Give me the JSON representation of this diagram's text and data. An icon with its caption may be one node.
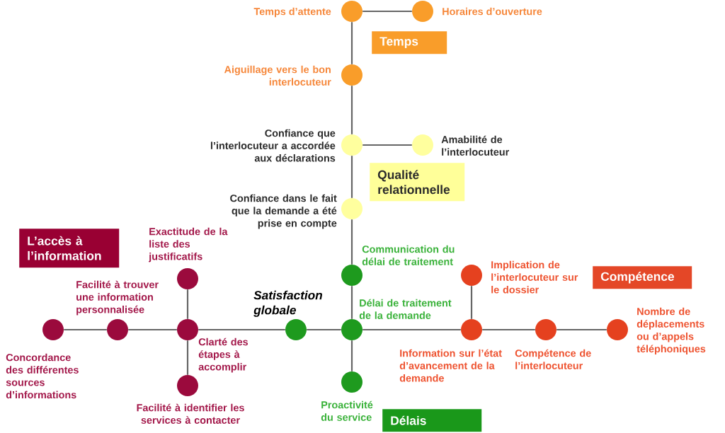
{
  "diagram": {
    "nodes": [
      {
        "text": [],
        "shape": "circle",
        "beside": [
          "Temps d’attente"
        ]
      },
      {
        "text": [],
        "shape": "circle",
        "beside": [
          "Horaires d’ouverture"
        ]
      },
      {
        "text": [
          "Temps"
        ]
      },
      {
        "text": [],
        "shape": "circle",
        "beside": [
          "Aiguillage vers le bon interlocuteur"
        ]
      },
      {
        "text": [],
        "shape": "circle",
        "beside": [
          "Confiance que l’interlocuteur a accordée aux déclarations"
        ]
      },
      {
        "text": [],
        "shape": "circle",
        "beside": [
          "Amabilité de l’interlocuteur"
        ]
      },
      {
        "text": [
          "Qualité relationnelle"
        ]
      },
      {
        "text": [],
        "shape": "circle",
        "beside": [
          "Confiance dans le fait que la demande a été prise en compte"
        ]
      },
      {
        "text": [
          "L’accès à l’information"
        ]
      },
      {
        "text": [],
        "shape": "circle",
        "beside": [
          "Exactitude de la liste des justificatifs"
        ]
      },
      {
        "text": [],
        "shape": "circle",
        "beside": [
          "Communication du délai de traitement"
        ]
      },
      {
        "text": [],
        "shape": "circle",
        "beside": [
          "Implication de l’interlocuteur sur le dossier"
        ]
      },
      {
        "text": [
          "Compétence"
        ]
      },
      {
        "text": [],
        "shape": "circle",
        "beside": [
          "Concordance des différentes sources d’informations"
        ]
      },
      {
        "text": [],
        "shape": "circle",
        "beside": [
          "Facilité à trouver une information personnalisée"
        ]
      },
      {
        "text": [],
        "shape": "circle",
        "beside": [
          "Clarté des étapes à accomplir"
        ]
      },
      {
        "text": [],
        "shape": "circle",
        "beside": [
          "Satisfaction globale"
        ]
      },
      {
        "text": [],
        "shape": "circle",
        "beside": [
          "Délai de traitement de la demande"
        ]
      },
      {
        "text": [],
        "shape": "circle",
        "beside": [
          "Information sur l’état d’avancement de la demande"
        ]
      },
      {
        "text": [],
        "shape": "circle",
        "beside": [
          "Compétence de l’interlocuteur"
        ]
      },
      {
        "text": [],
        "shape": "circle",
        "beside": [
          "Nombre de déplacements ou d’appels téléphoniques"
        ]
      },
      {
        "text": [],
        "shape": "circle",
        "beside": [
          "Facilité à identifier les services à contacter"
        ]
      },
      {
        "text": [],
        "shape": "circle",
        "beside": [
          "Proactivité du service"
        ]
      },
      {
        "text": [
          "Délais"
        ]
      }
    ],
    "edges": [
      {
        "from": 0,
        "to": 1,
        "arrow": "none"
      },
      {
        "from": 0,
        "to": 3,
        "arrow": "none"
      },
      {
        "from": 3,
        "to": 4,
        "arrow": "none"
      },
      {
        "from": 4,
        "to": 5,
        "arrow": "none"
      },
      {
        "from": 4,
        "to": 7,
        "arrow": "none"
      },
      {
        "from": 7,
        "to": 10,
        "arrow": "none"
      },
      {
        "from": 10,
        "to": 17,
        "arrow": "none"
      },
      {
        "from": 17,
        "to": 22,
        "arrow": "none"
      },
      {
        "from": 13,
        "to": 14,
        "arrow": "none"
      },
      {
        "from": 14,
        "to": 15,
        "arrow": "none"
      },
      {
        "from": 15,
        "to": 16,
        "arrow": "none"
      },
      {
        "from": 16,
        "to": 17,
        "arrow": "none"
      },
      {
        "from": 17,
        "to": 18,
        "arrow": "none"
      },
      {
        "from": 18,
        "to": 19,
        "arrow": "none"
      },
      {
        "from": 19,
        "to": 20,
        "arrow": "none"
      },
      {
        "from": 9,
        "to": 15,
        "arrow": "none"
      },
      {
        "from": 15,
        "to": 21,
        "arrow": "none"
      },
      {
        "from": 11,
        "to": 18,
        "arrow": "none"
      }
    ]
  }
}
